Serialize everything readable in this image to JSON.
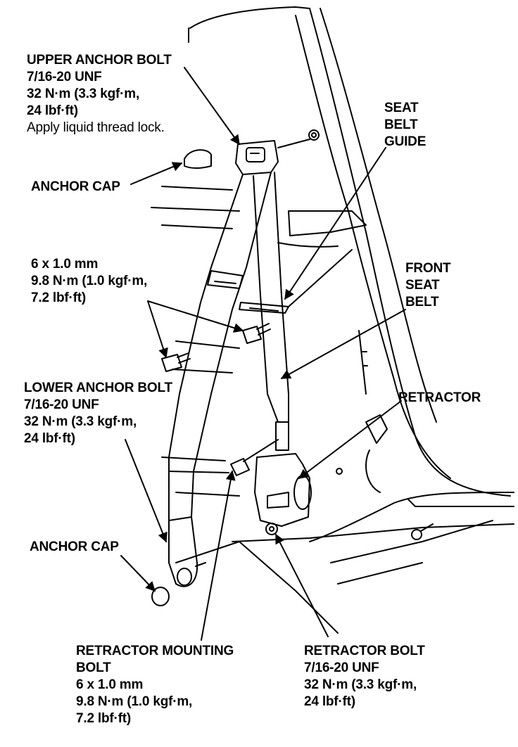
{
  "callouts": {
    "upper_anchor_bolt": {
      "title": "UPPER ANCHOR BOLT",
      "thread": "7/16-20 UNF",
      "torque_line1": "32 N·m (3.3 kgf·m,",
      "torque_line2": "24 lbf·ft)",
      "note": "Apply liquid thread lock."
    },
    "anchor_cap_upper": {
      "title": "ANCHOR CAP"
    },
    "upper_bolt_spec": {
      "size": "6 x 1.0 mm",
      "torque_line1": "9.8 N·m (1.0 kgf·m,",
      "torque_line2": "7.2 lbf·ft)"
    },
    "seat_belt_guide": {
      "line1": "SEAT",
      "line2": "BELT",
      "line3": "GUIDE"
    },
    "front_seat_belt": {
      "line1": "FRONT",
      "line2": "SEAT",
      "line3": "BELT"
    },
    "retractor": {
      "title": "RETRACTOR"
    },
    "lower_anchor_bolt": {
      "title": "LOWER ANCHOR BOLT",
      "thread": "7/16-20 UNF",
      "torque_line1": "32 N·m (3.3 kgf·m,",
      "torque_line2": "24 lbf·ft)"
    },
    "anchor_cap_lower": {
      "title": "ANCHOR CAP"
    },
    "retractor_mounting_bolt": {
      "line1": "RETRACTOR MOUNTING",
      "line2": "BOLT",
      "size": "6 x 1.0 mm",
      "torque_line1": "9.8 N·m (1.0 kgf·m,",
      "torque_line2": "7.2 lbf·ft)"
    },
    "retractor_bolt": {
      "title": "RETRACTOR BOLT",
      "thread": "7/16-20 UNF",
      "torque_line1": "32 N·m (3.3 kgf·m,",
      "torque_line2": "24 lbf·ft)"
    }
  },
  "colors": {
    "ink": "#000000",
    "paper": "#ffffff"
  }
}
